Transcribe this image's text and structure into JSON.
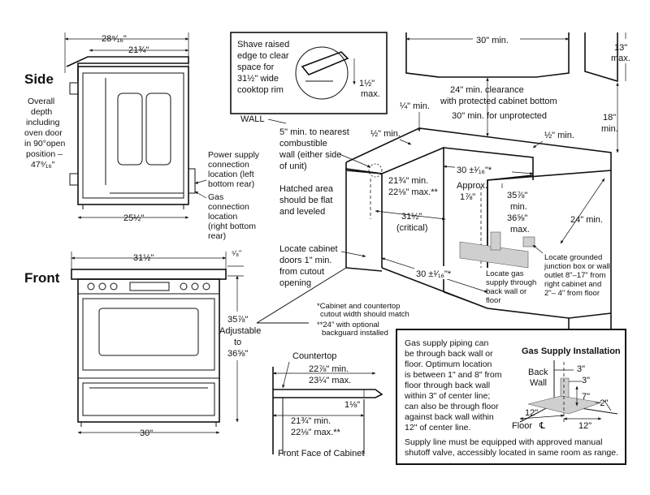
{
  "side": {
    "heading": "Side",
    "width_top": "28⁹⁄₁₆\"",
    "width_inner": "21¾\"",
    "width_bottom": "25½\"",
    "depth_note": [
      "Overall",
      "depth",
      "including",
      "oven door",
      "in 90°open",
      "position –",
      "47⁹⁄₁₆\""
    ],
    "power_note": [
      "Power supply",
      "connection",
      "location (left",
      "bottom rear)"
    ],
    "gas_note": [
      "Gas",
      "connection",
      "location",
      "(right bottom",
      "rear)"
    ]
  },
  "front": {
    "heading": "Front",
    "width_top": "31½\"",
    "width_bottom": "30\"",
    "small_dim": "⁵⁄₈\"",
    "height_note": [
      "35⅞\"",
      "Adjustable",
      "to",
      "36⅝\""
    ]
  },
  "shave_box": [
    "Shave raised",
    "edge to clear",
    "space for",
    "31½\" wide",
    "cooktop rim"
  ],
  "shave_dim": [
    "1½\"",
    "max."
  ],
  "cabinet": {
    "top_min": "30\" min.",
    "right_max": [
      "13\"",
      "max."
    ],
    "clearance": [
      "24\" min. clearance",
      "with protected cabinet bottom"
    ],
    "unprotected": "30\" min. for unprotected",
    "right_min": [
      "18\"",
      "min."
    ],
    "quarter_min": "¼\" min.",
    "half_min_left": "½\" min.",
    "half_min_right": "½\" min.",
    "wall": "WALL",
    "combustible": [
      "5\" min. to nearest",
      "combustible",
      "wall (either side",
      "of unit)"
    ],
    "hatched": [
      "Hatched area",
      "should be flat",
      "and leveled"
    ],
    "depth_min": [
      "21¾\" min.",
      "22⅛\" max.**"
    ],
    "width_top": "30 ±¹⁄₁₆\"*",
    "approx": [
      "Approx.",
      "1⅞\""
    ],
    "critical": [
      "31½\"",
      "(critical)"
    ],
    "height_min": [
      "35⅞\"",
      "min."
    ],
    "height_max": [
      "36⅝\"",
      "max."
    ],
    "depth_24": "24\" min.",
    "locate_doors": [
      "Locate cabinet",
      "doors 1\" min.",
      "from cutout",
      "opening"
    ],
    "width_bottom": "30 ±¹⁄₁₆\"*",
    "gas_locate": [
      "Locate gas",
      "supply through",
      "back wall or",
      "floor"
    ],
    "junction": [
      "Locate grounded",
      "junction box or wall",
      "outlet 8\"–17\" from",
      "right cabinet and",
      "2\"– 4\" from floor"
    ],
    "footnote1": [
      "*Cabinet and countertop",
      "cutout width should match"
    ],
    "footnote2": [
      "**24\" with optional",
      "backguard installed"
    ]
  },
  "countertop": {
    "label": "Countertop",
    "top_dim": [
      "22⅞\" min.",
      "23¼\" max."
    ],
    "thick": "1⅛\"",
    "bottom_dim": [
      "21¾\" min.",
      "22⅛\" max.**"
    ],
    "front_face": "Front Face of Cabinet"
  },
  "gas_box": {
    "text": [
      "Gas supply piping can",
      "be through back wall or",
      "floor. Optimum location",
      "is between 1\" and 8\" from",
      "floor through back wall",
      "within 3\" of center line;",
      "can also be through floor",
      "against back wall within",
      "12\" of center line."
    ],
    "footer": [
      "Supply line must be equipped with approved manual",
      "shutoff valve, accessibly located in same room as range."
    ],
    "title": "Gas Supply Installation",
    "back_wall": [
      "Back",
      "Wall"
    ],
    "d3a": "3\"",
    "d3b": "3\"",
    "d7": "7\"",
    "d2": "~2\"",
    "d12a": "12\"",
    "d12b": "12\"",
    "floor": "Floor",
    "cl": "℄"
  }
}
